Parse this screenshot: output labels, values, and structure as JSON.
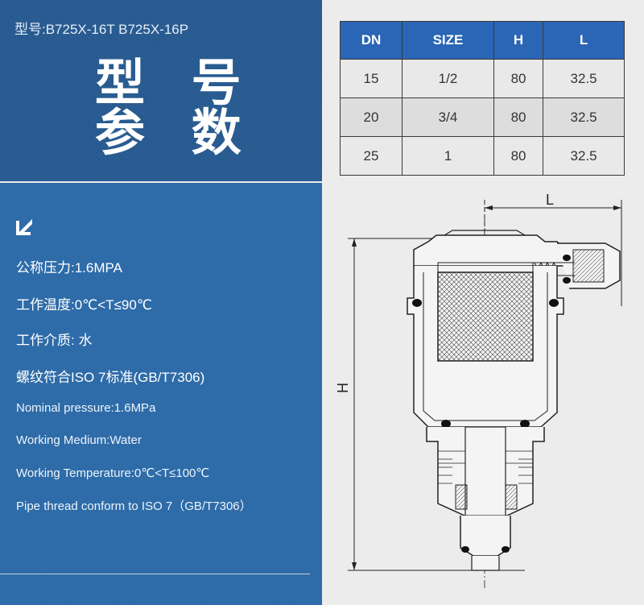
{
  "header": {
    "model_line": "型号:B725X-16T  B725X-16P",
    "title_line1": "型 号",
    "title_line2": "参 数"
  },
  "specs_cn": [
    "公称压力:1.6MPA",
    "工作温度:0℃<T≤90℃",
    "工作介质: 水",
    "螺纹符合ISO 7标准(GB/T7306)"
  ],
  "specs_en": [
    "Nominal pressure:1.6MPa",
    "Working Medium:Water",
    "Working Temperature:0℃<T≤100℃",
    "Pipe thread conform to ISO 7（GB/T7306）"
  ],
  "table": {
    "headers": [
      "DN",
      "SIZE",
      "H",
      "L"
    ],
    "rows": [
      [
        "15",
        "1/2",
        "80",
        "32.5"
      ],
      [
        "20",
        "3/4",
        "80",
        "32.5"
      ],
      [
        "25",
        "1",
        "80",
        "32.5"
      ]
    ]
  },
  "drawing": {
    "dim_h": "H",
    "dim_l": "L"
  },
  "colors": {
    "header_blue": "#275a90",
    "panel_blue": "#2c6aa8",
    "table_header": "#2a66b5"
  }
}
